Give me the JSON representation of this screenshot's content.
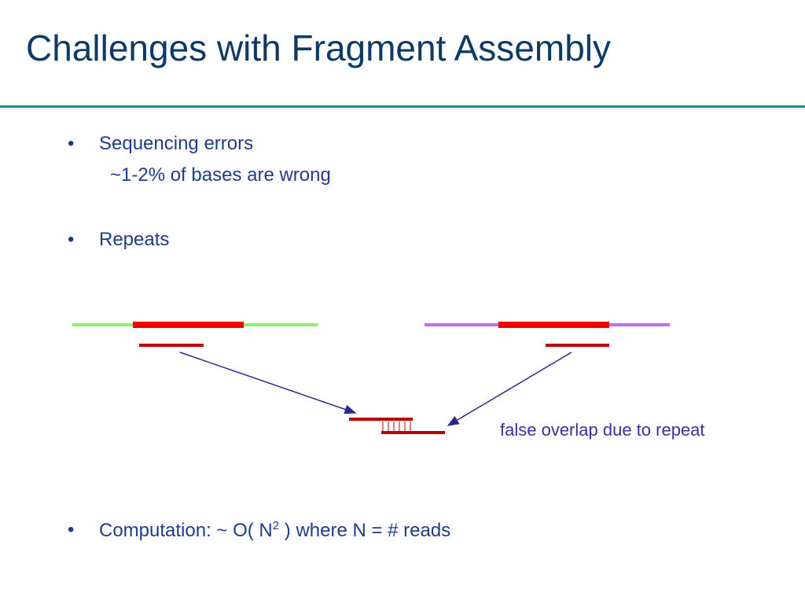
{
  "slide": {
    "title": "Challenges with Fragment Assembly",
    "bullets": [
      {
        "marker": "•",
        "text": "Sequencing errors",
        "sub": "~1-2% of bases are wrong"
      },
      {
        "marker": "•",
        "text": "Repeats"
      },
      {
        "marker": "•",
        "text_prefix": "Computation: ~ O( N",
        "superscript": "2",
        "text_suffix": " ) where N = # reads"
      }
    ],
    "diagram_note": "false overlap due to repeat"
  },
  "colors": {
    "title": "#0d3b66",
    "rule": "#1e8a8a",
    "bullet_text": "#1f3c88",
    "green_genome": "#90ee60",
    "purple_genome": "#c070e8",
    "repeat_red": "#ee0000",
    "read_red": "#c00000",
    "arrow": "#2a2a8a",
    "note": "#3c2ea0"
  }
}
